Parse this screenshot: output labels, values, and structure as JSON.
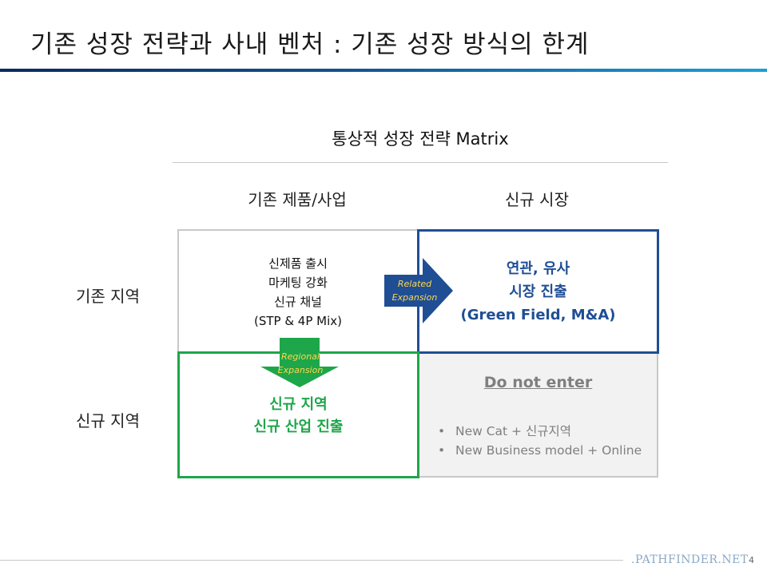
{
  "slide": {
    "title": "기존 성장 전략과 사내 벤처 : 기존 성장 방식의 한계",
    "page_number": "4",
    "footer_logo": ".PATHFINDER.NET"
  },
  "matrix": {
    "title": "통상적 성장 전략 Matrix",
    "col_headers": [
      "기존 제품/사업",
      "신규 시장"
    ],
    "row_headers": [
      "기존 지역",
      "신규 지역"
    ],
    "top_left": {
      "lines": [
        "신제품 출시",
        "마케팅 강화",
        "신규 채널",
        "(STP & 4P Mix)"
      ]
    },
    "top_right": {
      "lines": [
        "연관, 유사",
        "시장 진출",
        "(Green Field, M&A)"
      ],
      "color": "#1f4e94"
    },
    "bottom_left": {
      "lines": [
        "신규 지역",
        "신규 산업 진출"
      ],
      "color": "#1ea64a"
    },
    "bottom_right": {
      "title": "Do not enter",
      "bullets": [
        "New Cat + 신규지역",
        "New Business model + Online"
      ],
      "color": "#7f7f7f"
    },
    "arrows": {
      "related": {
        "line1": "Related",
        "line2": "Expansion",
        "color": "#1f4e94"
      },
      "regional": {
        "line1": "Regional",
        "line2": "Expansion",
        "color": "#1ea64a"
      }
    }
  }
}
